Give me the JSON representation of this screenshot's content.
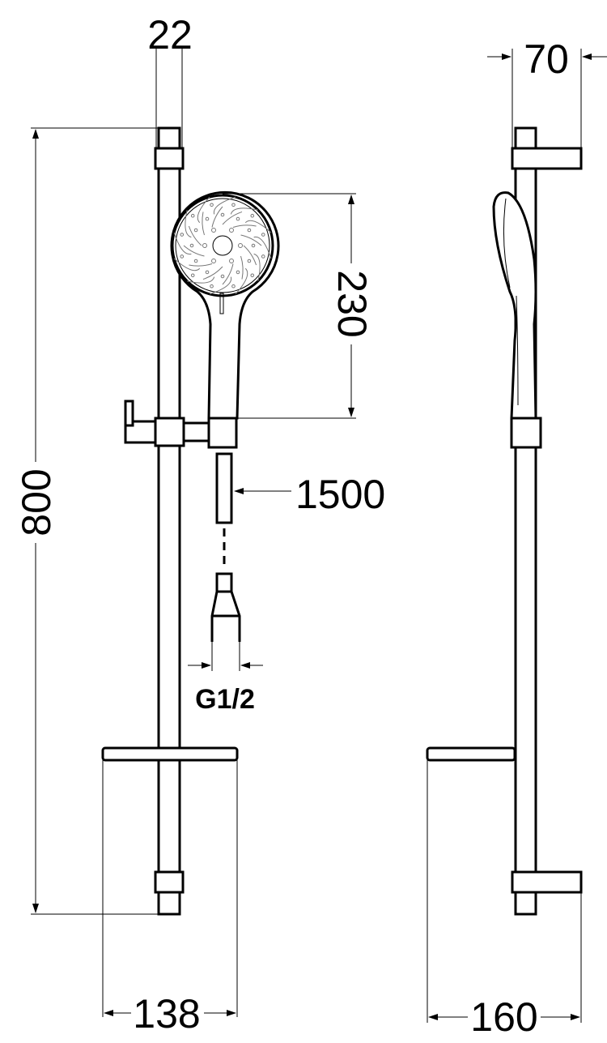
{
  "drawing": {
    "dimensions": {
      "rail_width": "22",
      "depth": "70",
      "head_height": "230",
      "rail_length": "800",
      "hose_length": "1500",
      "thread": "G1/2",
      "dish_width_front": "138",
      "dish_width_side": "160"
    },
    "colors": {
      "line": "#000000",
      "background": "#ffffff"
    }
  }
}
